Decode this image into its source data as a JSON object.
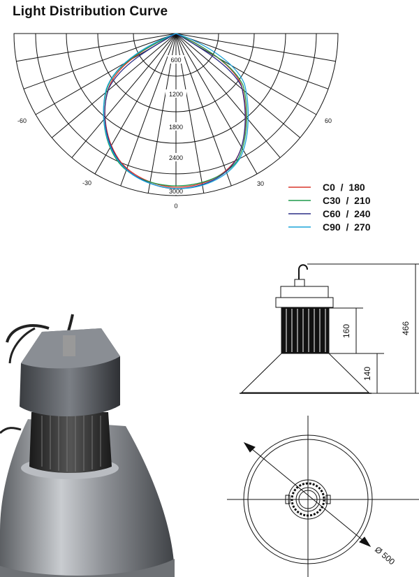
{
  "header": {
    "title": "Light Distribution Curve"
  },
  "polar": {
    "radial_labels": [
      "600",
      "1200",
      "1800",
      "2400",
      "3000"
    ],
    "angle_labels": {
      "left60": "-60",
      "left30": "-30",
      "zero": "0",
      "right30": "30",
      "right60": "60"
    }
  },
  "legend": [
    {
      "label": "C0  /  180",
      "color": "#d9362b"
    },
    {
      "label": "C30  /  210",
      "color": "#1e9a4b"
    },
    {
      "label": "C60  /  240",
      "color": "#2b2e86"
    },
    {
      "label": "C90  /  270",
      "color": "#1aa3d9"
    }
  ],
  "dimensions": {
    "d160": "160",
    "d140": "140",
    "d466": "466",
    "dia": "Ø 500"
  }
}
